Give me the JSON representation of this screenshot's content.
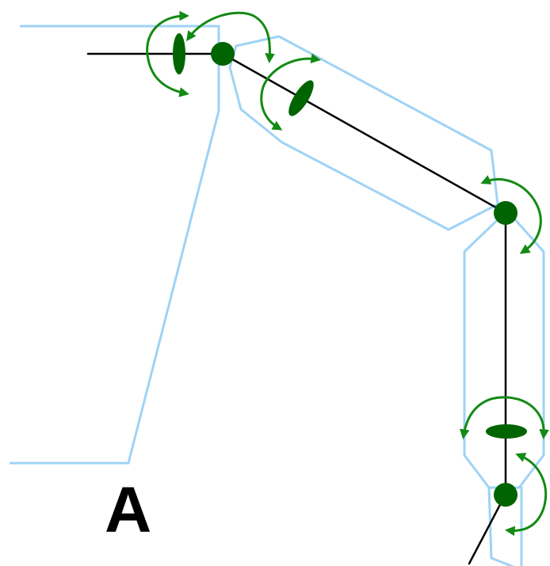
{
  "figure": {
    "label": "A"
  },
  "colors": {
    "outline": "#9fd3f5",
    "bone": "#000000",
    "joint": "#006400",
    "rotation_arrow": "#138a13",
    "label": "#000000"
  },
  "icons": {
    "joint": "filled-circle",
    "rotation_axis": "filled-ellipse",
    "rotation_arrow": "curved-double-arrow"
  }
}
